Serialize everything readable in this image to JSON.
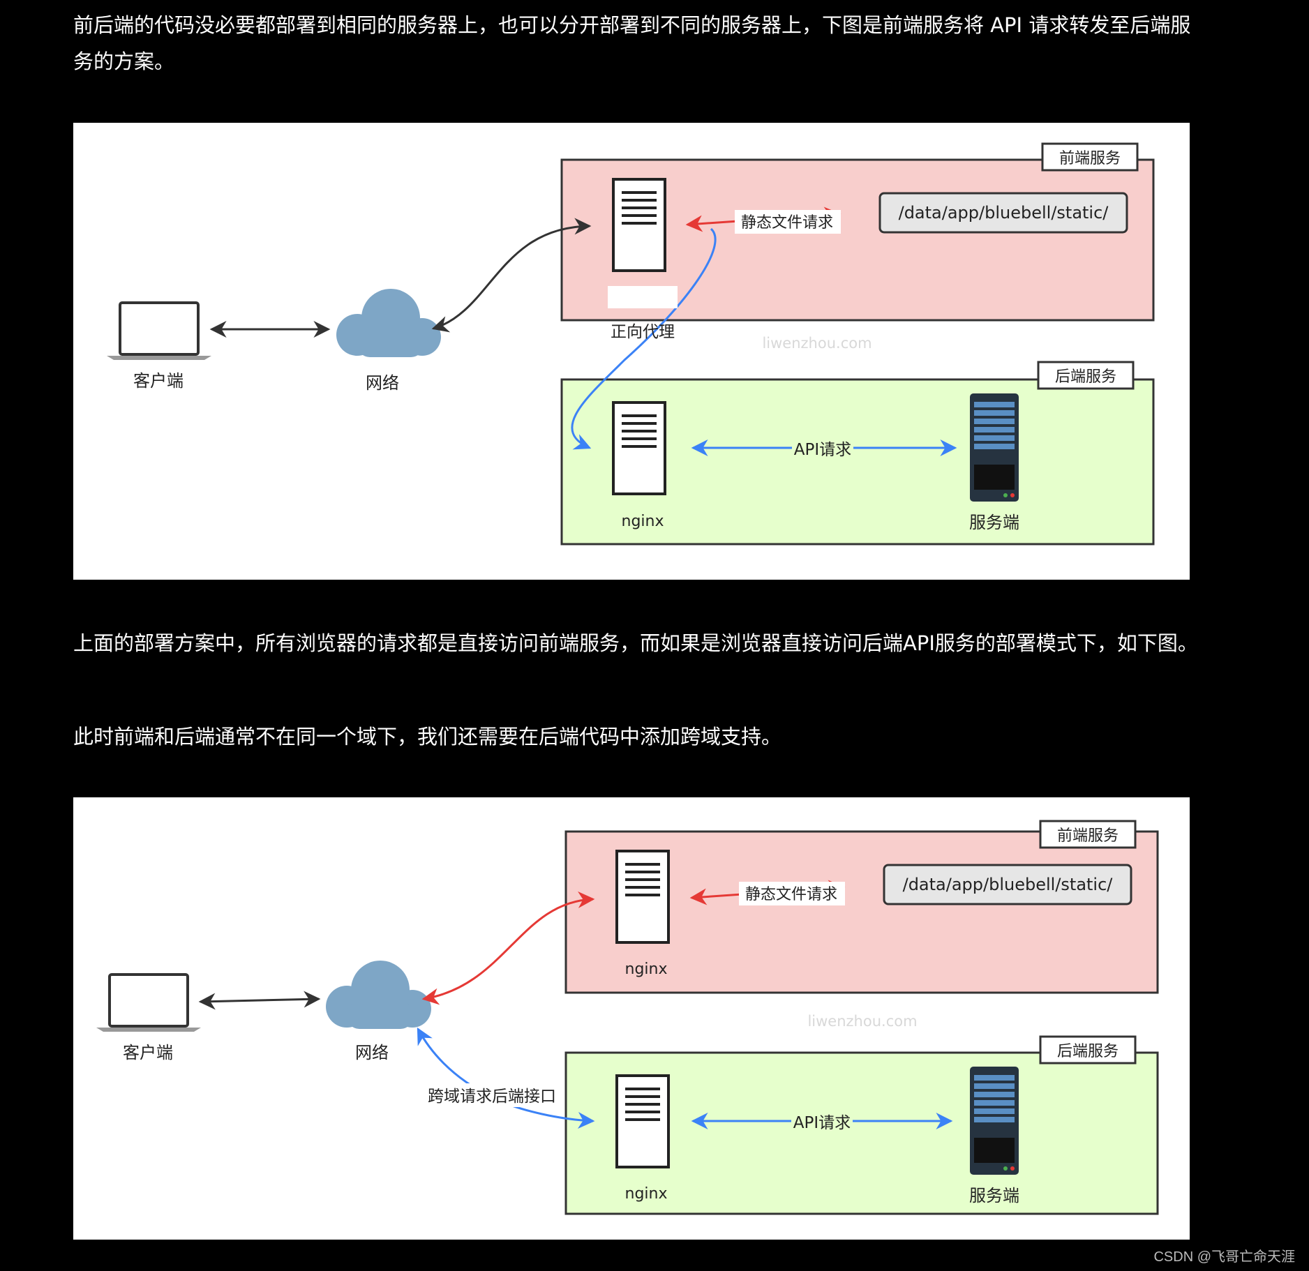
{
  "paragraphs": {
    "p1": "前后端的代码没必要都部署到相同的服务器上，也可以分开部署到不同的服务器上，下图是前端服务将 API 请求转发至后端服务的方案。",
    "p2": "上面的部署方案中，所有浏览器的请求都是直接访问前端服务，而如果是浏览器直接访问后端API服务的部署模式下，如下图。",
    "p3": "此时前端和后端通常不在同一个域下，我们还需要在后端代码中添加跨域支持。"
  },
  "diagram1": {
    "client_label": "客户端",
    "network_label": "网络",
    "frontend_box_label": "前端服务",
    "backend_box_label": "后端服务",
    "nginx_label": "nginx",
    "nginx2_label": "nginx",
    "static_request_label": "静态文件请求",
    "static_path": "/data/app/bluebell/static/",
    "proxy_label": "正向代理",
    "api_request_label": "API请求",
    "server_label": "服务端",
    "watermark": "liwenzhou.com"
  },
  "diagram2": {
    "client_label": "客户端",
    "network_label": "网络",
    "frontend_box_label": "前端服务",
    "backend_box_label": "后端服务",
    "nginx_label": "nginx",
    "nginx2_label": "nginx",
    "static_request_label": "静态文件请求",
    "static_path": "/data/app/bluebell/static/",
    "cors_label": "跨域请求后端接口",
    "api_request_label": "API请求",
    "server_label": "服务端",
    "watermark": "liwenzhou.com"
  },
  "colors": {
    "frontend_fill": "#f8cecc",
    "backend_fill": "#e6ffcc",
    "red_arrow": "#e53935",
    "blue_arrow": "#3b82f6",
    "cloud": "#7ea6c6"
  },
  "footer": "CSDN @飞哥亡命天涯"
}
